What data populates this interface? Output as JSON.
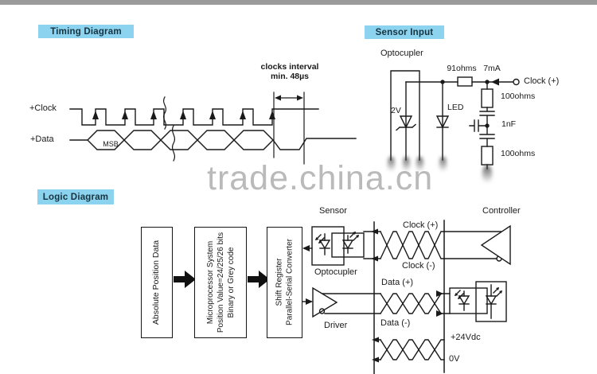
{
  "page": {
    "background": "#ffffff",
    "top_bar_color": "#9b9b9b",
    "badge_color": "#8cd3ef",
    "line_color": "#1a1a1a",
    "watermark": "trade.china.cn"
  },
  "badges": {
    "timing": "Timing Diagram",
    "sensor_input": "Sensor Input",
    "logic": "Logic Diagram"
  },
  "timing_diagram": {
    "clock_label": "+Clock",
    "data_label": "+Data",
    "msb_label": "MSB",
    "interval_note_line1": "clocks interval",
    "interval_note_line2": "min. 48µs"
  },
  "sensor_circuit": {
    "optocoupler_label": "Optocupler",
    "zener_label": "2V",
    "led_label": "LED",
    "resistor_top": "91ohms",
    "current": "7mA",
    "clock_terminal": "Clock (+)",
    "resistor_upper": "100ohms",
    "capacitor": "1nF",
    "resistor_lower": "100ohms"
  },
  "logic_diagram": {
    "box_absolute": "Absolute Position Data",
    "box_micro_line1": "Microprocessor System",
    "box_micro_line2": "Position Value=24/25/26 bits",
    "box_micro_line3": "Binary or Grey code",
    "box_shift_line1": "Shift Register",
    "box_shift_line2": "Parallel-Serial Converter",
    "sensor_label": "Sensor",
    "optocoupler_label": "Optocupler",
    "driver_label": "Driver",
    "controller_label": "Controller",
    "clock_plus": "Clock (+)",
    "clock_minus": "Clock (-)",
    "data_plus": "Data (+)",
    "data_minus": "Data (-)",
    "supply_plus": "+24Vdc",
    "supply_zero": "0V"
  }
}
